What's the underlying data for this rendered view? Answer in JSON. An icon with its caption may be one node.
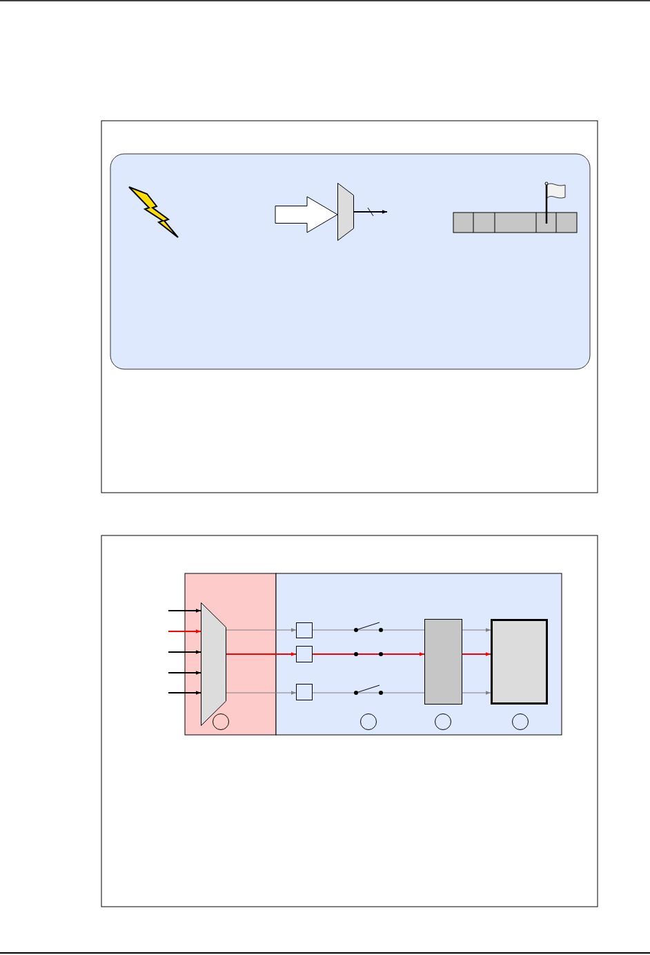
{
  "diagram": {
    "nodes": [
      {
        "text": [],
        "shape": "trapezoid"
      },
      {
        "text": [],
        "shape": "trapezoid"
      },
      {
        "text": [],
        "shape": "box"
      },
      {
        "text": [],
        "shape": "box"
      },
      {
        "text": [],
        "shape": "box"
      },
      {
        "text": [],
        "shape": "box"
      },
      {
        "text": [],
        "shape": "box"
      },
      {
        "text": [],
        "shape": "circle"
      },
      {
        "text": [],
        "shape": "circle"
      },
      {
        "text": [],
        "shape": "circle"
      },
      {
        "text": [],
        "shape": "circle"
      }
    ],
    "edges": [
      {
        "from": null,
        "to": 0,
        "arrow": "to",
        "style": "thick",
        "color": "#000000"
      },
      {
        "from": 0,
        "to": null,
        "arrow": "to",
        "color": "#000000"
      },
      {
        "from": null,
        "to": 1,
        "arrow": "to",
        "color": "#000000"
      },
      {
        "from": null,
        "to": 1,
        "arrow": "to",
        "color": "#ff0000"
      },
      {
        "from": null,
        "to": 1,
        "arrow": "to",
        "color": "#000000"
      },
      {
        "from": null,
        "to": 1,
        "arrow": "to",
        "color": "#000000"
      },
      {
        "from": null,
        "to": 1,
        "arrow": "to",
        "color": "#000000"
      },
      {
        "from": 1,
        "to": 2,
        "arrow": "to"
      },
      {
        "from": 1,
        "to": 3,
        "arrow": "to",
        "color": "#ff0000"
      },
      {
        "from": 1,
        "to": 4,
        "arrow": "to"
      },
      {
        "from": 2,
        "to": 5,
        "arrow": "none"
      },
      {
        "from": 3,
        "to": 5,
        "arrow": "to",
        "color": "#ff0000"
      },
      {
        "from": 4,
        "to": 5,
        "arrow": "none"
      },
      {
        "from": 5,
        "to": 6,
        "arrow": "to"
      },
      {
        "from": 5,
        "to": 6,
        "arrow": "to",
        "color": "#ff0000"
      },
      {
        "from": 5,
        "to": 6,
        "arrow": "to"
      }
    ]
  }
}
